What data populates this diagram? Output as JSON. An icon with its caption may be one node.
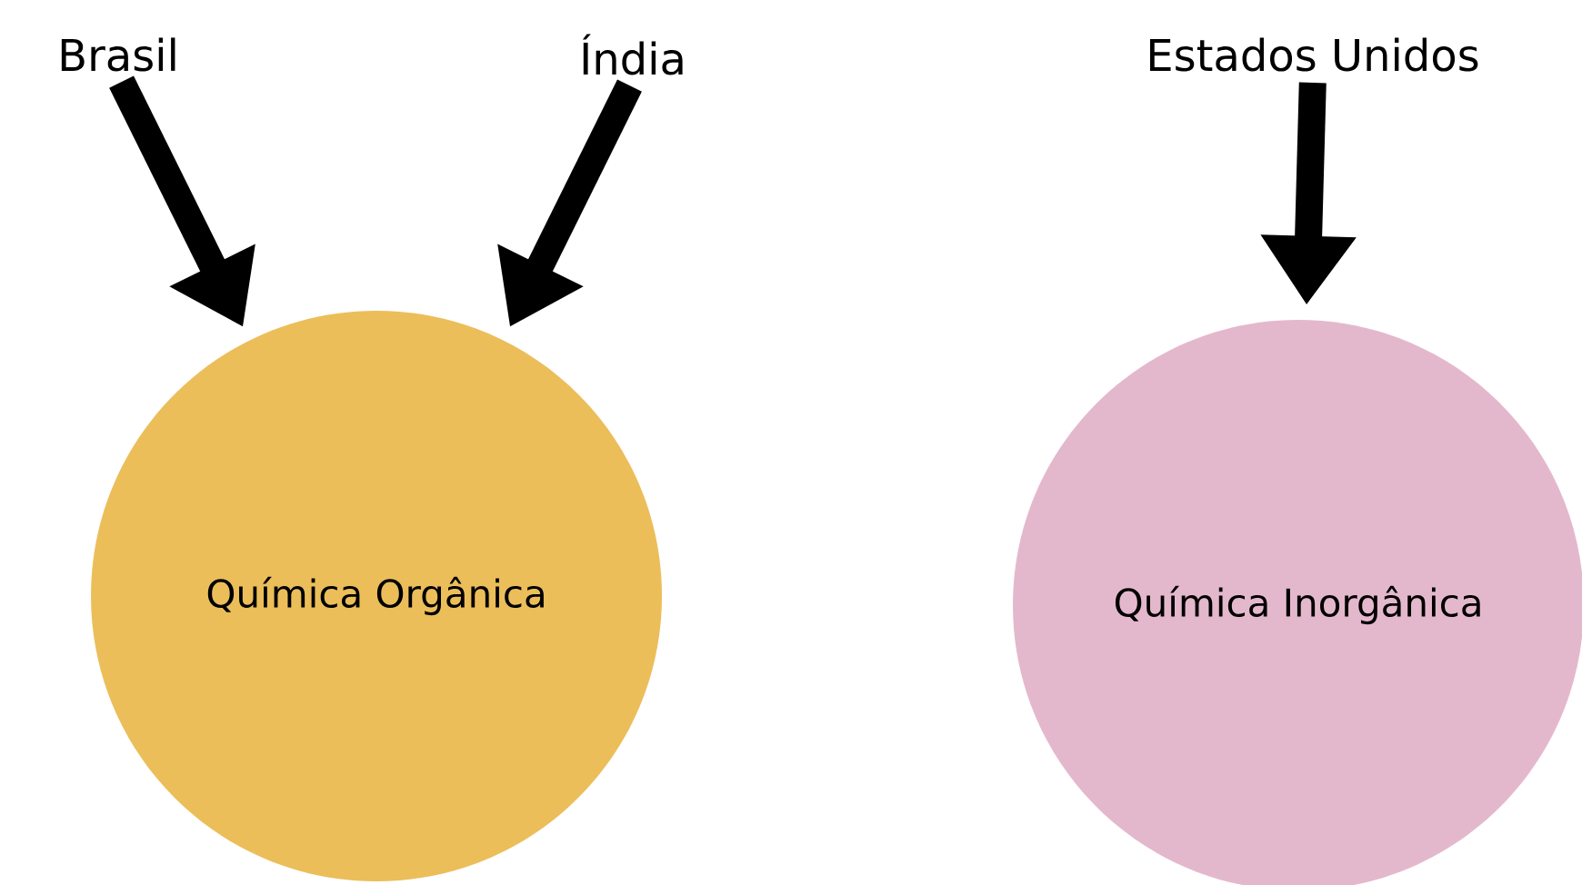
{
  "diagram": {
    "nodes": [
      {
        "text": [
          "Brasil"
        ]
      },
      {
        "text": [
          "Índia"
        ]
      },
      {
        "text": [
          "Química Orgânica"
        ]
      },
      {
        "text": [
          "Estados Unidos"
        ]
      },
      {
        "text": [
          "Química Inorgânica"
        ]
      }
    ],
    "edges": [
      {
        "from": 0,
        "to": 2,
        "arrow": "to"
      },
      {
        "from": 1,
        "to": 2,
        "arrow": "to"
      },
      {
        "from": 3,
        "to": 4,
        "arrow": "to"
      }
    ]
  }
}
